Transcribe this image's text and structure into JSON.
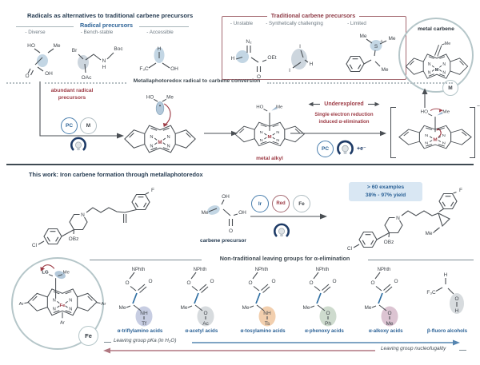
{
  "top": {
    "title": "Radicals as alternatives to traditional carbene precursors",
    "bullet": "-",
    "radical": {
      "title": "Radical precursors",
      "items": [
        {
          "label": "Diverse"
        },
        {
          "label": "Bench-stable"
        },
        {
          "label": "Accessible"
        }
      ]
    },
    "traditional": {
      "title": "Traditional carbene precursors",
      "items": [
        {
          "label": "Unstable"
        },
        {
          "label": "Synthetically challenging"
        },
        {
          "label": "Limited"
        }
      ]
    },
    "metal_carbene": "metal carbene"
  },
  "mid": {
    "rule_title": "Metallaphotoredox radical to carbene conversion",
    "abundant1": "abundant radical",
    "abundant2": "precursors",
    "pc": "PC",
    "m": "M",
    "metal_alkyl": "metal alkyl",
    "underexplored": "Underexplored",
    "under_sub1": "Single electron reduction",
    "under_sub2": "induced α-elimination",
    "plus_e": "+e⁻"
  },
  "work": {
    "title": "This work: Iron carbene formation through metallaphotoredox",
    "carbene_precursor": "carbene precursor",
    "cat_ir": "Ir",
    "cat_red": "Red",
    "cat_fe": "Fe",
    "ex1": "> 60 examples",
    "ex2": "38% - 97% yield"
  },
  "bottom": {
    "title": "Non-traditional leaving groups for α-elimination",
    "fe_badge": "Fe",
    "items": [
      {
        "label": "α-triflylamino acids",
        "g1": "NH",
        "g2": "Tf",
        "hl": "#c7cde2",
        "type": "acid"
      },
      {
        "label": "α-acetyl acids",
        "g1": "O",
        "g2": "Ac",
        "hl": "#d7dbde",
        "type": "acid"
      },
      {
        "label": "α-tosylamino acids",
        "g1": "NH",
        "g2": "Ts",
        "hl": "#f2cfae",
        "type": "acid"
      },
      {
        "label": "α-phenoxy acids",
        "g1": "O",
        "g2": "Ph",
        "hl": "#cedbce",
        "type": "acid"
      },
      {
        "label": "α-alkoxy acids",
        "g1": "O",
        "g2": "Me",
        "hl": "#dcc4d2",
        "type": "acid"
      },
      {
        "label": "β-fluoro alcohols",
        "g1": "O",
        "g2": "H",
        "hl": "#d7dbde",
        "type": "alcohol"
      }
    ],
    "pka": "Leaving group pKa (in H₂O)",
    "nucleofugality": "Leaving group nucleofugality"
  },
  "atoms": {
    "HO": "HO",
    "Me": "Me",
    "O": "O",
    "OH": "OH",
    "Br": "Br",
    "OAc": "OAc",
    "N": "N",
    "H": "H",
    "Boc": "Boc",
    "F3C": "F₃C",
    "N2": "N₂",
    "OEt": "OEt",
    "I": "I",
    "S": "S",
    "plus": "+",
    "minus": "−",
    "Cl": "Cl",
    "OBz": "OBz",
    "F": "F",
    "M": "M",
    "Ar": "Ar",
    "Fe": "Fe",
    "NPhth": "NPhth",
    "LG": "LG"
  }
}
